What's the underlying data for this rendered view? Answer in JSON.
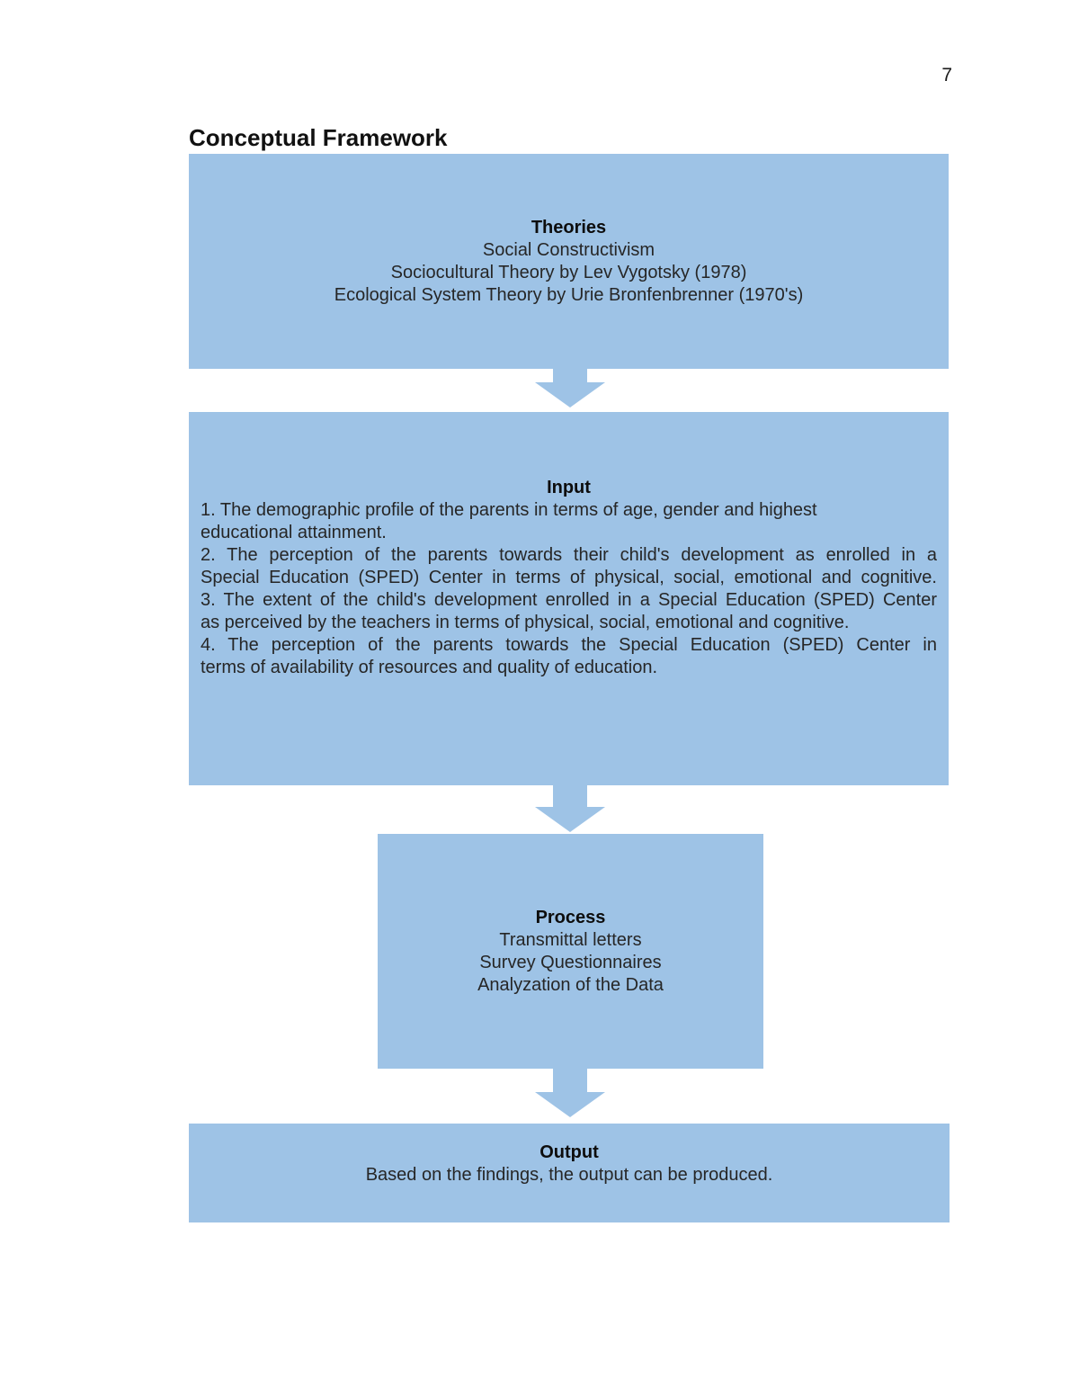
{
  "page": {
    "number": "7",
    "heading": "Conceptual Framework"
  },
  "colors": {
    "box_fill": "#9EC3E6",
    "text": "#262626"
  },
  "diagram": {
    "theories": {
      "title": "Theories",
      "lines": [
        "Social Constructivism",
        "Sociocultural Theory by Lev Vygotsky (1978)",
        "Ecological System Theory by Urie Bronfenbrenner (1970's)"
      ]
    },
    "input": {
      "title": "Input",
      "lines": [
        {
          "text": "1. The demographic profile of the parents in terms of age, gender and highest",
          "stretch": false
        },
        {
          "text": "educational attainment.",
          "stretch": false
        },
        {
          "text": "2. The perception of the parents towards their child's development as enrolled in a",
          "stretch": true
        },
        {
          "text": "Special Education (SPED) Center in terms of physical, social, emotional and cognitive.",
          "stretch": true
        },
        {
          "text": "3. The extent of the child's development enrolled in a Special Education (SPED) Center",
          "stretch": true
        },
        {
          "text": "as perceived by the teachers in terms of physical, social, emotional and cognitive.",
          "stretch": false
        },
        {
          "text": "4. The perception of the parents towards the Special Education (SPED) Center in",
          "stretch": true
        },
        {
          "text": "terms of availability of resources and quality of education.",
          "stretch": false
        }
      ]
    },
    "process": {
      "title": "Process",
      "lines": [
        "Transmittal letters",
        "Survey Questionnaires",
        "Analyzation of the Data"
      ]
    },
    "output": {
      "title": "Output",
      "lines": [
        "Based on the findings, the output can be produced."
      ]
    }
  }
}
